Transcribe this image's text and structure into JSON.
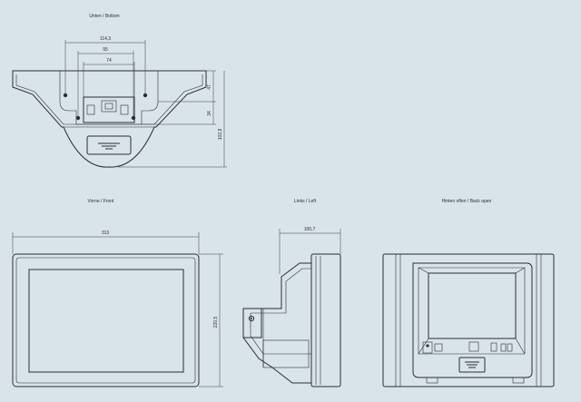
{
  "views": {
    "bottom": {
      "title": "Unten / Bottom"
    },
    "front": {
      "title": "Vorne / Front"
    },
    "left": {
      "title": "Links / Left"
    },
    "back": {
      "title": "Hinten offen / Back open"
    }
  },
  "dimensions": {
    "bottom_width_outer": "114,3",
    "bottom_width_mid": "95",
    "bottom_width_inner": "74",
    "bottom_height_upper": "47",
    "bottom_height_lower": "34",
    "bottom_height_total": "102,8",
    "front_width": "313",
    "front_height": "220,5",
    "left_depth": "100,7"
  },
  "colors": {
    "background": "#d9e3ea",
    "line": "#2b2f33"
  }
}
